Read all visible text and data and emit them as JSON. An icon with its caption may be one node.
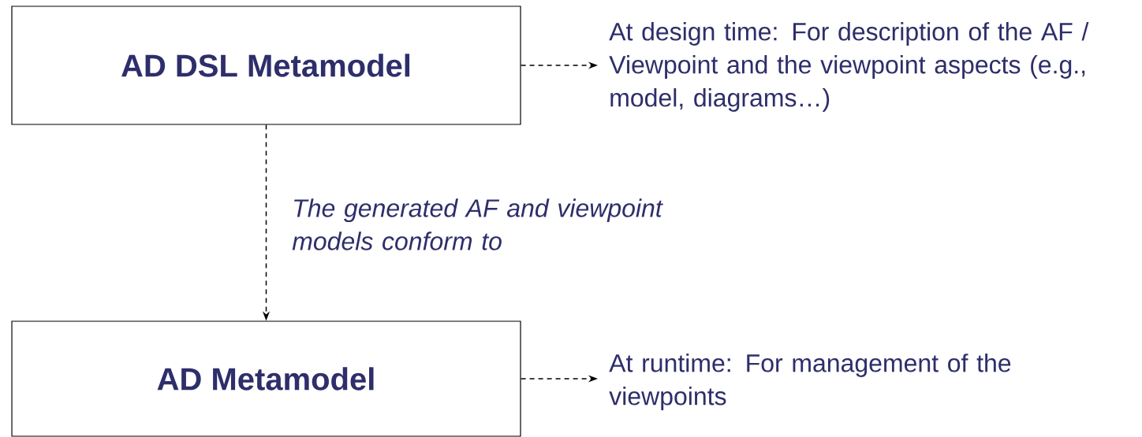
{
  "diagram": {
    "nodes": [
      {
        "text": [
          "AD DSL Metamodel"
        ]
      },
      {
        "text": [
          "At design time: For description of the AF / Viewpoint and the viewpoint aspects (e.g., model, diagrams…)"
        ]
      },
      {
        "text": [
          "AD Metamodel"
        ]
      },
      {
        "text": [
          "At runtime: For management of the viewpoints"
        ]
      }
    ],
    "edges": [
      {
        "from": 0,
        "to": 1,
        "arrow": "to",
        "style": "dashed"
      },
      {
        "from": 0,
        "to": 2,
        "arrow": "to",
        "style": "dashed",
        "label": "The generated AF and viewpoint models conform to"
      },
      {
        "from": 2,
        "to": 3,
        "arrow": "to",
        "style": "dashed"
      }
    ]
  }
}
